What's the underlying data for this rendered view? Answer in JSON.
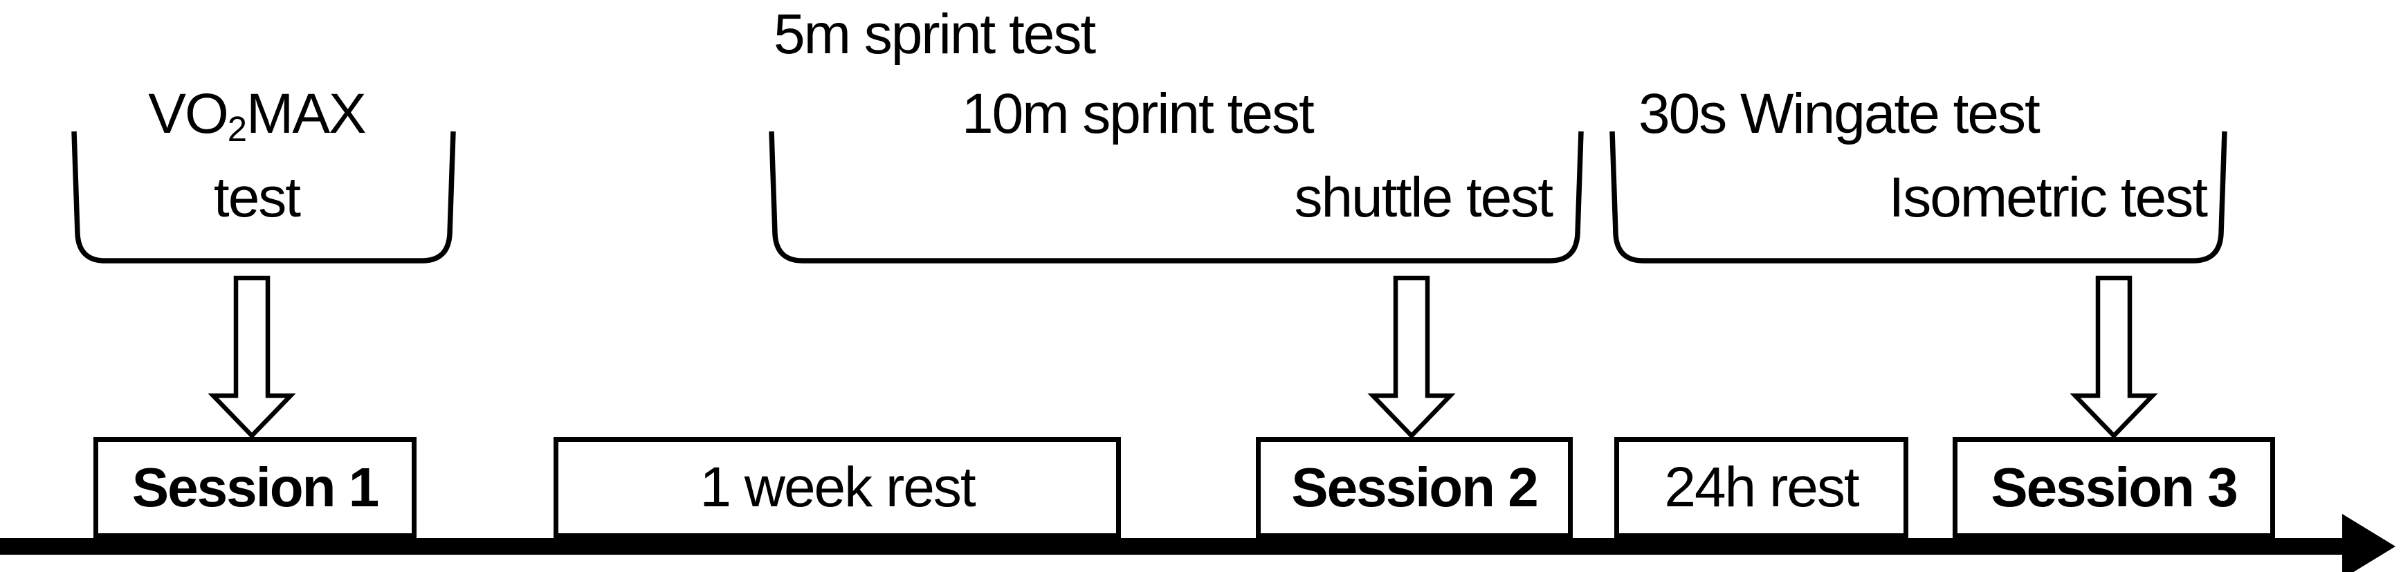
{
  "colors": {
    "ink": "#000000",
    "paper": "#ffffff"
  },
  "figure": {
    "groups": [
      {
        "target": "Session 1",
        "tests": [
          {
            "pre": "VO",
            "sub": "2",
            "post": "MAX"
          },
          {
            "label": "test"
          }
        ]
      },
      {
        "target": "Session 2",
        "tests": [
          {
            "label": "5m sprint test"
          },
          {
            "label": "10m sprint test"
          },
          {
            "label": "shuttle test"
          }
        ]
      },
      {
        "target": "Session 3",
        "tests": [
          {
            "label": "30s Wingate test"
          },
          {
            "label": "Isometric test"
          }
        ]
      }
    ],
    "timeline": {
      "direction": "left-to-right",
      "boxes": [
        {
          "label": "Session 1",
          "emphasis": "bold"
        },
        {
          "label": "1 week rest",
          "emphasis": "regular"
        },
        {
          "label": "Session 2",
          "emphasis": "bold"
        },
        {
          "label": "24h rest",
          "emphasis": "regular"
        },
        {
          "label": "Session 3",
          "emphasis": "bold"
        }
      ]
    }
  }
}
